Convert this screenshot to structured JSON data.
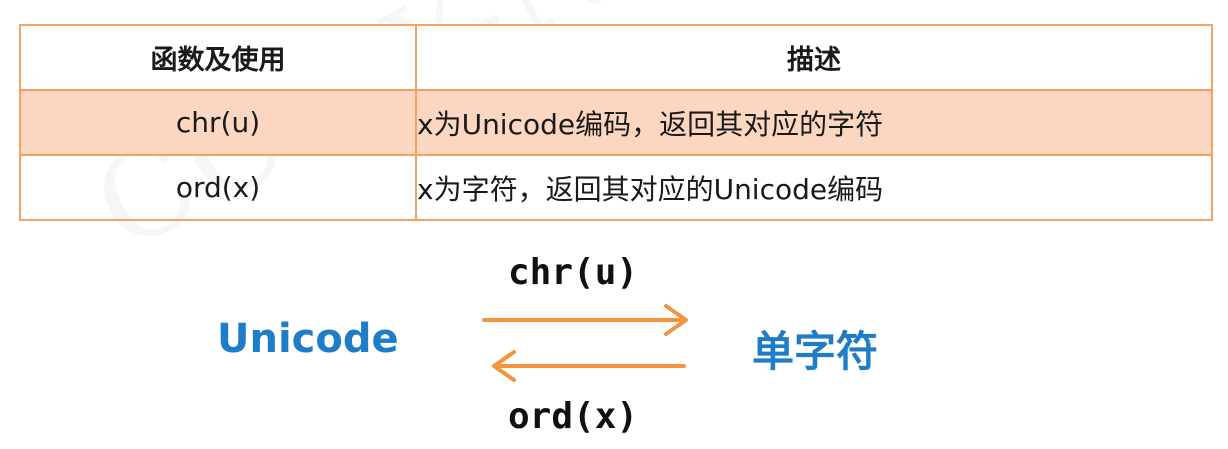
{
  "watermark": "CC BY-NC-SA 4.0 嵩天",
  "table": {
    "headers": [
      "函数及使用",
      "描述"
    ],
    "rows": [
      {
        "func": "chr(u)",
        "desc": "x为Unicode编码，返回其对应的字符",
        "highlight": true
      },
      {
        "func": "ord(x)",
        "desc": "x为字符，返回其对应的Unicode编码",
        "highlight": false
      }
    ]
  },
  "diagram": {
    "left_label": "Unicode",
    "right_label": "单字符",
    "top_code": "chr(u)",
    "bottom_code": "ord(x)",
    "label_color": "#1f7cc7",
    "arrow_color": "#f4953c"
  }
}
